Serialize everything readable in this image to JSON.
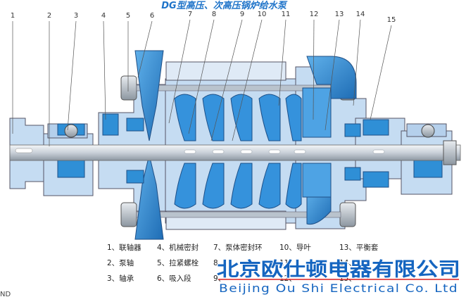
{
  "title": "DG型高压、次高压锅炉给水泵",
  "callouts": [
    "1",
    "2",
    "3",
    "4",
    "5",
    "6",
    "7",
    "8",
    "9",
    "10",
    "11",
    "12",
    "13",
    "14",
    "15"
  ],
  "legend": [
    "1、联轴器",
    "4、机械密封",
    "7、泵体密封环",
    "10、导叶",
    "13、平衡套",
    "2、泵轴",
    "5、拉紧螺栓",
    "8、",
    "11、",
    "14、",
    "3、轴承",
    "6、吸入段",
    "9、",
    "12、",
    "15、"
  ],
  "brand": {
    "cn": "北京欧仕顿电器有限公司",
    "en": "Beijing Ou Shi Electrical Co. Ltd"
  },
  "corner_text": "ND",
  "colors": {
    "casing_light": "#c5dcf2",
    "casing_mid": "#9cc3ea",
    "water_blue": "#2f8fd6",
    "water_dark": "#1f6db5",
    "shaft": "#cfd6de",
    "brand_blue": "#1565c0",
    "brand_red": "#d81e1e",
    "title_blue": "#1f74c9"
  }
}
